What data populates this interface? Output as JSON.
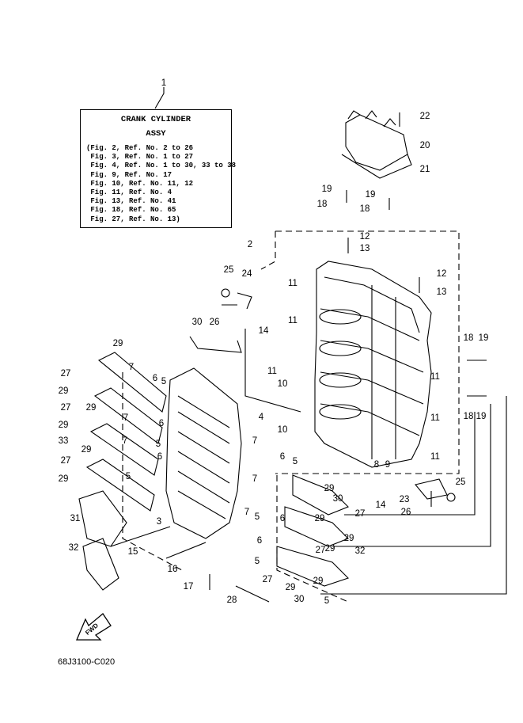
{
  "title_box": {
    "line1": "CRANK CYLINDER",
    "line2": "ASSY",
    "refs": [
      "(Fig. 2, Ref. No. 2 to 26",
      " Fig. 3, Ref. No. 1 to 27",
      " Fig. 4, Ref. No. 1 to 30, 33 to 38",
      " Fig. 9, Ref. No. 17",
      " Fig. 10, Ref. No. 11, 12",
      " Fig. 11, Ref. No. 4",
      " Fig. 13, Ref. No. 41",
      " Fig. 18, Ref. No. 65",
      " Fig. 27, Ref. No. 13)"
    ]
  },
  "callouts": [
    {
      "id": "c1",
      "text": "1"
    },
    {
      "id": "c2",
      "text": "2"
    },
    {
      "id": "c3",
      "text": "3"
    },
    {
      "id": "c4",
      "text": "4"
    },
    {
      "id": "c5a",
      "text": "5"
    },
    {
      "id": "c5b",
      "text": "5"
    },
    {
      "id": "c5c",
      "text": "5"
    },
    {
      "id": "c5d",
      "text": "5"
    },
    {
      "id": "c5e",
      "text": "5"
    },
    {
      "id": "c5f",
      "text": "5"
    },
    {
      "id": "c5g",
      "text": "5"
    },
    {
      "id": "c6a",
      "text": "6"
    },
    {
      "id": "c6b",
      "text": "6"
    },
    {
      "id": "c6c",
      "text": "6"
    },
    {
      "id": "c6d",
      "text": "6"
    },
    {
      "id": "c6e",
      "text": "6"
    },
    {
      "id": "c6f",
      "text": "6"
    },
    {
      "id": "c7a",
      "text": "7"
    },
    {
      "id": "c7b",
      "text": "7"
    },
    {
      "id": "c7c",
      "text": "7"
    },
    {
      "id": "c7d",
      "text": "7"
    },
    {
      "id": "c7e",
      "text": "7"
    },
    {
      "id": "c7f",
      "text": "7"
    },
    {
      "id": "c8",
      "text": "8"
    },
    {
      "id": "c9",
      "text": "9"
    },
    {
      "id": "c10a",
      "text": "10"
    },
    {
      "id": "c10b",
      "text": "10"
    },
    {
      "id": "c11a",
      "text": "11"
    },
    {
      "id": "c11b",
      "text": "11"
    },
    {
      "id": "c11c",
      "text": "11"
    },
    {
      "id": "c11d",
      "text": "11"
    },
    {
      "id": "c11e",
      "text": "11"
    },
    {
      "id": "c11f",
      "text": "11"
    },
    {
      "id": "c12a",
      "text": "12"
    },
    {
      "id": "c12b",
      "text": "12"
    },
    {
      "id": "c13a",
      "text": "13"
    },
    {
      "id": "c13b",
      "text": "13"
    },
    {
      "id": "c14a",
      "text": "14"
    },
    {
      "id": "c14b",
      "text": "14"
    },
    {
      "id": "c15",
      "text": "15"
    },
    {
      "id": "c16",
      "text": "16"
    },
    {
      "id": "c17",
      "text": "17"
    },
    {
      "id": "c18a",
      "text": "18"
    },
    {
      "id": "c18b",
      "text": "18"
    },
    {
      "id": "c18c",
      "text": "18"
    },
    {
      "id": "c18d",
      "text": "18"
    },
    {
      "id": "c19a",
      "text": "19"
    },
    {
      "id": "c19b",
      "text": "19"
    },
    {
      "id": "c19c",
      "text": "19"
    },
    {
      "id": "c19d",
      "text": "19"
    },
    {
      "id": "c20",
      "text": "20"
    },
    {
      "id": "c21",
      "text": "21"
    },
    {
      "id": "c22",
      "text": "22"
    },
    {
      "id": "c23",
      "text": "23"
    },
    {
      "id": "c24",
      "text": "24"
    },
    {
      "id": "c25a",
      "text": "25"
    },
    {
      "id": "c25b",
      "text": "25"
    },
    {
      "id": "c26a",
      "text": "26"
    },
    {
      "id": "c26b",
      "text": "26"
    },
    {
      "id": "c27a",
      "text": "27"
    },
    {
      "id": "c27b",
      "text": "27"
    },
    {
      "id": "c27c",
      "text": "27"
    },
    {
      "id": "c27d",
      "text": "27"
    },
    {
      "id": "c27e",
      "text": "27"
    },
    {
      "id": "c27f",
      "text": "27"
    },
    {
      "id": "c28",
      "text": "28"
    },
    {
      "id": "c29a",
      "text": "29"
    },
    {
      "id": "c29b",
      "text": "29"
    },
    {
      "id": "c29c",
      "text": "29"
    },
    {
      "id": "c29d",
      "text": "29"
    },
    {
      "id": "c29e",
      "text": "29"
    },
    {
      "id": "c29f",
      "text": "29"
    },
    {
      "id": "c29g",
      "text": "29"
    },
    {
      "id": "c29h",
      "text": "29"
    },
    {
      "id": "c29i",
      "text": "29"
    },
    {
      "id": "c29j",
      "text": "29"
    },
    {
      "id": "c29k",
      "text": "29"
    },
    {
      "id": "c29l",
      "text": "29"
    },
    {
      "id": "c30a",
      "text": "30"
    },
    {
      "id": "c30b",
      "text": "30"
    },
    {
      "id": "c30c",
      "text": "30"
    },
    {
      "id": "c31",
      "text": "31"
    },
    {
      "id": "c32a",
      "text": "32"
    },
    {
      "id": "c32b",
      "text": "32"
    },
    {
      "id": "c33",
      "text": "33"
    }
  ],
  "fwd": "FWD",
  "drawing_code": "68J3100-C020"
}
